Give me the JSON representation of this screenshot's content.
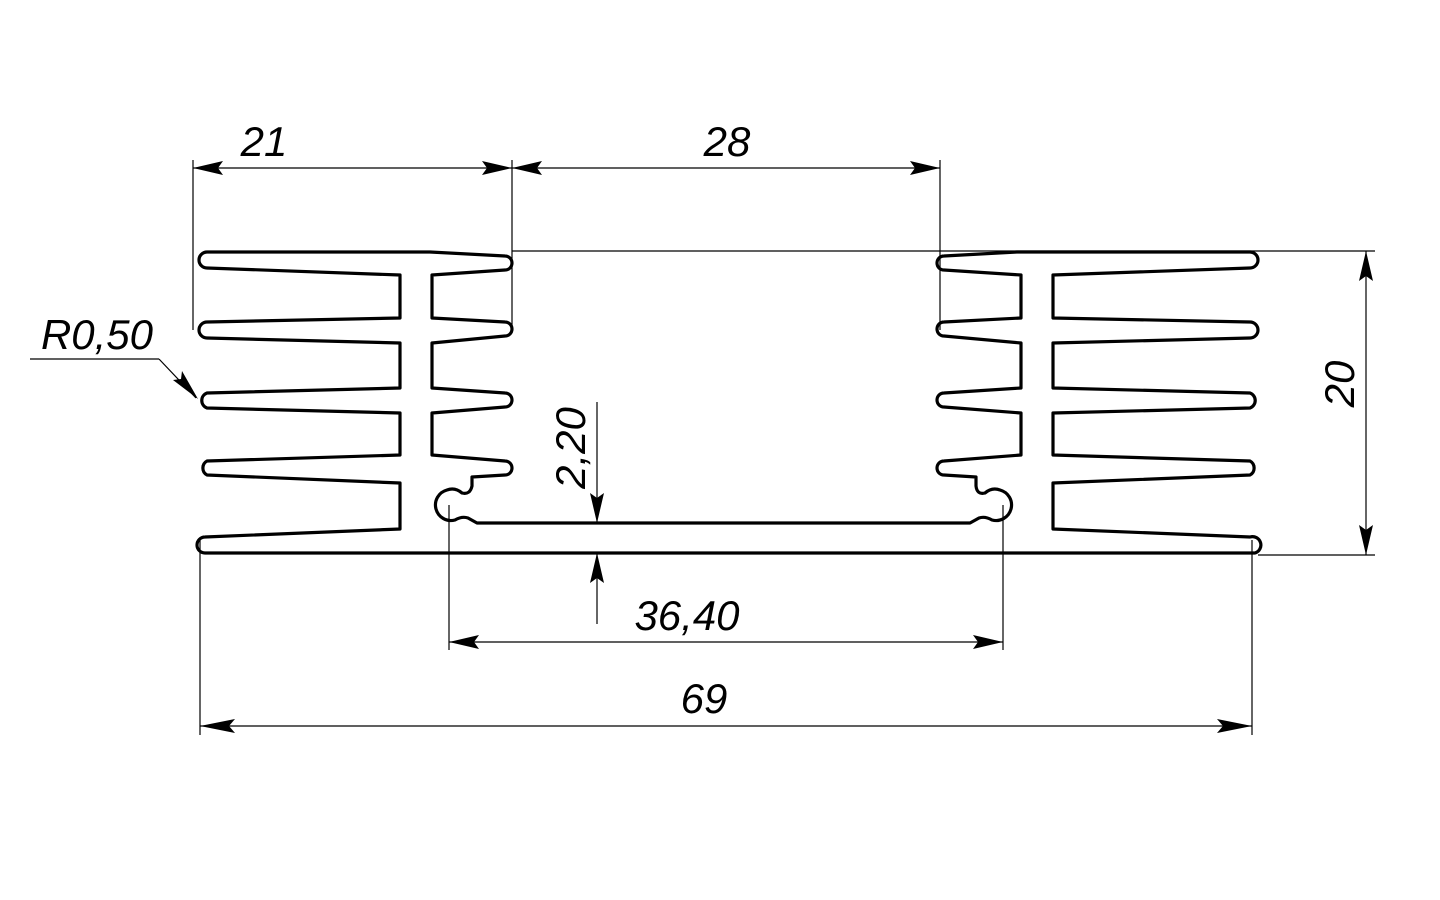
{
  "drawing": {
    "title": "Heatsink extrusion profile",
    "line_color": "#000000",
    "background": "#ffffff",
    "units": "mm"
  },
  "dimensions": {
    "left_section_width": "21",
    "channel_opening_width": "28",
    "overall_height": "20",
    "base_thickness": "2,20",
    "inner_channel_width": "36,40",
    "overall_width": "69",
    "fin_tip_radius": "R0,50"
  },
  "profile": {
    "fins_per_side_outer": 5,
    "fins_per_side_inner": 4,
    "symmetric": true
  }
}
